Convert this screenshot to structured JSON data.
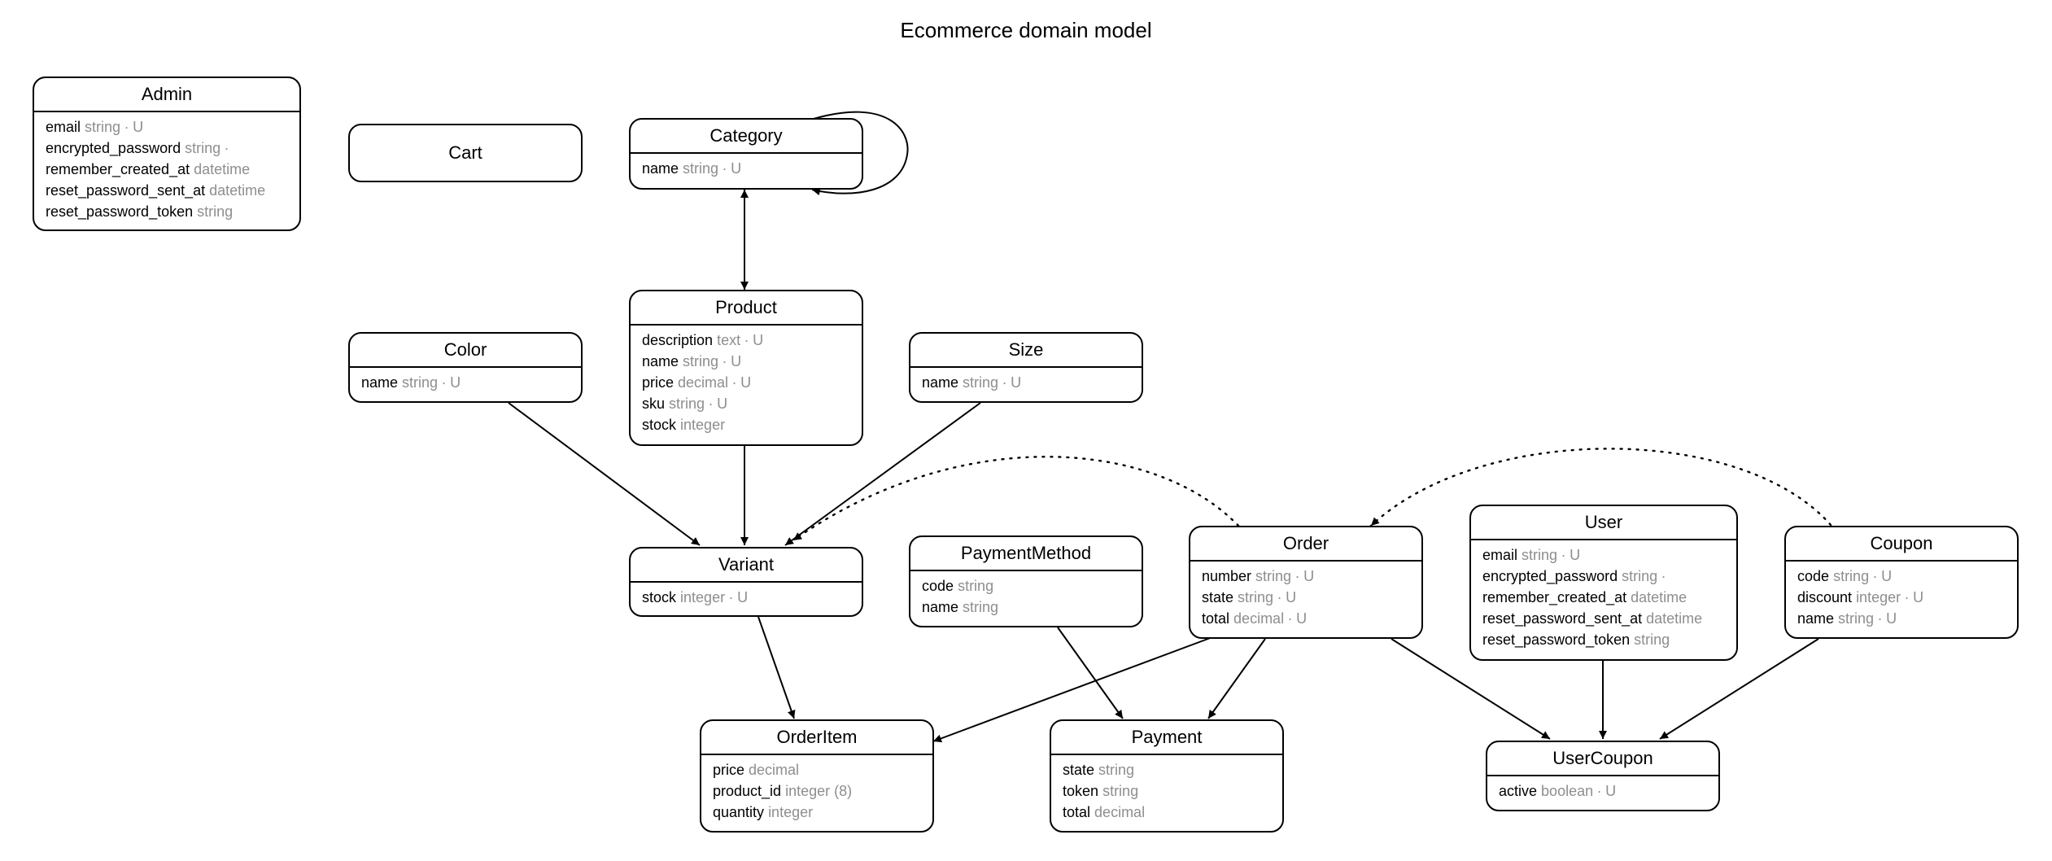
{
  "title": "Ecommerce domain model",
  "colors": {
    "line": "#000000",
    "type_text": "#8e8e8e"
  },
  "entities": {
    "admin": {
      "name": "Admin",
      "attributes": [
        {
          "name": "email",
          "type": "string",
          "mods": "∙ U"
        },
        {
          "name": "encrypted_password",
          "type": "string",
          "mods": "∙"
        },
        {
          "name": "remember_created_at",
          "type": "datetime",
          "mods": ""
        },
        {
          "name": "reset_password_sent_at",
          "type": "datetime",
          "mods": ""
        },
        {
          "name": "reset_password_token",
          "type": "string",
          "mods": ""
        }
      ]
    },
    "cart": {
      "name": "Cart",
      "attributes": []
    },
    "category": {
      "name": "Category",
      "attributes": [
        {
          "name": "name",
          "type": "string",
          "mods": "∙ U"
        }
      ]
    },
    "product": {
      "name": "Product",
      "attributes": [
        {
          "name": "description",
          "type": "text",
          "mods": "∙ U"
        },
        {
          "name": "name",
          "type": "string",
          "mods": "∙ U"
        },
        {
          "name": "price",
          "type": "decimal",
          "mods": "∙ U"
        },
        {
          "name": "sku",
          "type": "string",
          "mods": "∙ U"
        },
        {
          "name": "stock",
          "type": "integer",
          "mods": ""
        }
      ]
    },
    "color": {
      "name": "Color",
      "attributes": [
        {
          "name": "name",
          "type": "string",
          "mods": "∙ U"
        }
      ]
    },
    "size": {
      "name": "Size",
      "attributes": [
        {
          "name": "name",
          "type": "string",
          "mods": "∙ U"
        }
      ]
    },
    "variant": {
      "name": "Variant",
      "attributes": [
        {
          "name": "stock",
          "type": "integer",
          "mods": "∙ U"
        }
      ]
    },
    "payment_method": {
      "name": "PaymentMethod",
      "attributes": [
        {
          "name": "code",
          "type": "string",
          "mods": ""
        },
        {
          "name": "name",
          "type": "string",
          "mods": ""
        }
      ]
    },
    "order": {
      "name": "Order",
      "attributes": [
        {
          "name": "number",
          "type": "string",
          "mods": "∙ U"
        },
        {
          "name": "state",
          "type": "string",
          "mods": "∙ U"
        },
        {
          "name": "total",
          "type": "decimal",
          "mods": "∙ U"
        }
      ]
    },
    "user": {
      "name": "User",
      "attributes": [
        {
          "name": "email",
          "type": "string",
          "mods": "∙ U"
        },
        {
          "name": "encrypted_password",
          "type": "string",
          "mods": "∙"
        },
        {
          "name": "remember_created_at",
          "type": "datetime",
          "mods": ""
        },
        {
          "name": "reset_password_sent_at",
          "type": "datetime",
          "mods": ""
        },
        {
          "name": "reset_password_token",
          "type": "string",
          "mods": ""
        }
      ]
    },
    "coupon": {
      "name": "Coupon",
      "attributes": [
        {
          "name": "code",
          "type": "string",
          "mods": "∙ U"
        },
        {
          "name": "discount",
          "type": "integer",
          "mods": "∙ U"
        },
        {
          "name": "name",
          "type": "string",
          "mods": "∙ U"
        }
      ]
    },
    "order_item": {
      "name": "OrderItem",
      "attributes": [
        {
          "name": "price",
          "type": "decimal",
          "mods": ""
        },
        {
          "name": "product_id",
          "type": "integer (8)",
          "mods": ""
        },
        {
          "name": "quantity",
          "type": "integer",
          "mods": ""
        }
      ]
    },
    "payment": {
      "name": "Payment",
      "attributes": [
        {
          "name": "state",
          "type": "string",
          "mods": ""
        },
        {
          "name": "token",
          "type": "string",
          "mods": ""
        },
        {
          "name": "total",
          "type": "decimal",
          "mods": ""
        }
      ]
    },
    "user_coupon": {
      "name": "UserCoupon",
      "attributes": [
        {
          "name": "active",
          "type": "boolean",
          "mods": "∙ U"
        }
      ]
    }
  },
  "relations": [
    {
      "from": "Category",
      "to": "Category",
      "style": "solid"
    },
    {
      "from": "Product",
      "to": "Category",
      "style": "solid"
    },
    {
      "from": "Color",
      "to": "Variant",
      "style": "solid"
    },
    {
      "from": "Product",
      "to": "Variant",
      "style": "solid"
    },
    {
      "from": "Size",
      "to": "Variant",
      "style": "solid"
    },
    {
      "from": "Order",
      "to": "Variant",
      "style": "dotted"
    },
    {
      "from": "Coupon",
      "to": "Order",
      "style": "dotted"
    },
    {
      "from": "Variant",
      "to": "OrderItem",
      "style": "solid"
    },
    {
      "from": "Order",
      "to": "OrderItem",
      "style": "solid"
    },
    {
      "from": "PaymentMethod",
      "to": "Payment",
      "style": "solid"
    },
    {
      "from": "Order",
      "to": "Payment",
      "style": "solid"
    },
    {
      "from": "Order",
      "to": "UserCoupon",
      "style": "solid"
    },
    {
      "from": "User",
      "to": "UserCoupon",
      "style": "solid"
    },
    {
      "from": "Coupon",
      "to": "UserCoupon",
      "style": "solid"
    }
  ]
}
